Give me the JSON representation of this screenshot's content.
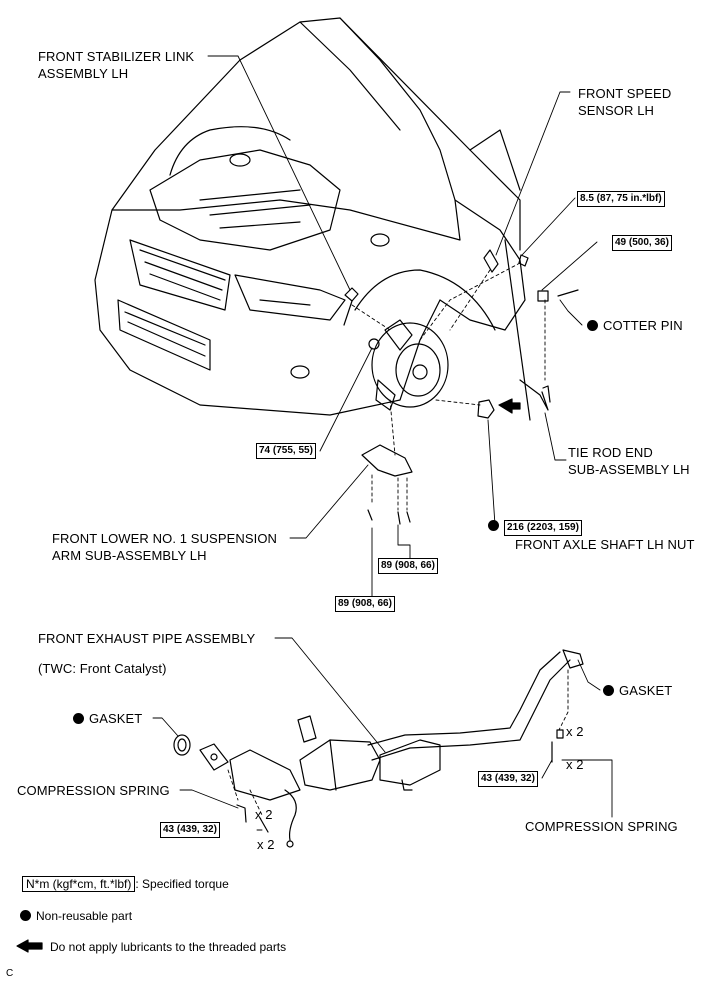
{
  "top_section": {
    "front_stabilizer_link_label": "FRONT STABILIZER LINK\nASSEMBLY LH",
    "front_speed_sensor_label": "FRONT SPEED\nSENSOR LH",
    "cotter_pin_label": "COTTER PIN",
    "tie_rod_end_label": "TIE ROD END\nSUB-ASSEMBLY LH",
    "front_axle_shaft_nut_label": "FRONT AXLE SHAFT LH NUT",
    "front_lower_arm_label": "FRONT LOWER NO. 1 SUSPENSION\nARM SUB-ASSEMBLY LH",
    "torque_speed_sensor": "8.5 (87, 75 in.*lbf)",
    "torque_tie_rod": "49 (500, 36)",
    "torque_stabilizer": "74 (755, 55)",
    "torque_axle_nut": "216 (2203, 159)",
    "torque_arm_1": "89 (908, 66)",
    "torque_arm_2": "89 (908, 66)"
  },
  "bottom_section": {
    "front_exhaust_pipe_label": "FRONT EXHAUST PIPE ASSEMBLY",
    "twc_label": "(TWC: Front Catalyst)",
    "gasket_left_label": "GASKET",
    "gasket_right_label": "GASKET",
    "compression_spring_left_label": "COMPRESSION SPRING",
    "compression_spring_right_label": "COMPRESSION SPRING",
    "qty_left_1": "x 2",
    "qty_left_2": "x 2",
    "qty_right_1": "x 2",
    "qty_right_2": "x 2",
    "torque_left": "43 (439, 32)",
    "torque_right": "43 (439, 32)"
  },
  "legend": {
    "torque_unit": "N*m (kgf*cm, ft.*lbf)",
    "torque_desc": ": Specified torque",
    "non_reusable": "Non-reusable part",
    "no_lubricant": "Do not apply lubricants to the threaded parts"
  },
  "corner_code": "C"
}
